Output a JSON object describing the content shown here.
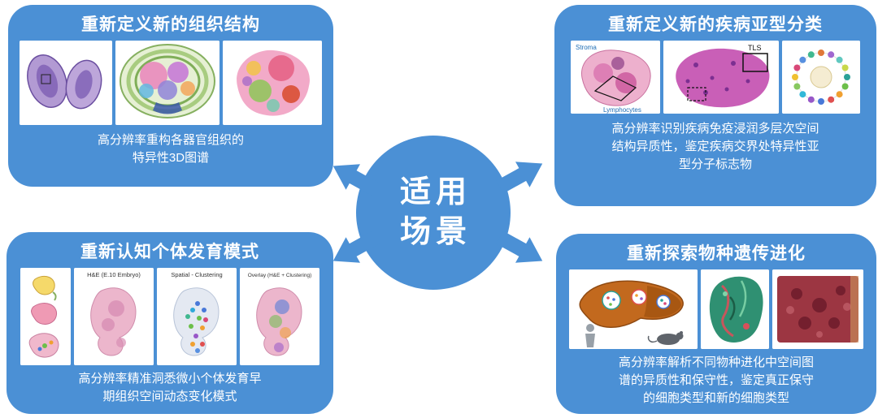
{
  "colors": {
    "accent_blue": "#4b90d5"
  },
  "center": {
    "lines": [
      "适用",
      "场景"
    ]
  },
  "panels": [
    {
      "id": "tissue-structure",
      "title": "重新定义新的组织结构",
      "caption_lines": [
        "高分辨率重构各器官组织的",
        "特异性3D图谱"
      ],
      "images": [
        {
          "name": "organ-histology-slices"
        },
        {
          "name": "brain-region-atlas"
        },
        {
          "name": "spatial-cluster-map"
        }
      ]
    },
    {
      "id": "disease-subtype",
      "title": "重新定义新的疾病亚型分类",
      "caption_lines": [
        "高分辨率识别疾病免疫浸润多层次空间",
        "结构异质性，鉴定疾病交界处特异性亚",
        "型分子标志物"
      ],
      "images": [
        {
          "name": "annotated-tumor-histology",
          "labels": [
            "Stroma",
            "Lymphocytes"
          ]
        },
        {
          "name": "tls-histology",
          "labels": [
            "TLS"
          ]
        },
        {
          "name": "celltype-network-diagram"
        }
      ]
    },
    {
      "id": "development-pattern",
      "title": "重新认知个体发育模式",
      "caption_lines": [
        "高分辨率精准洞悉微小个体发育早",
        "期组织空间动态变化模式"
      ],
      "images": [
        {
          "name": "embryo-stage-illustrations"
        },
        {
          "name": "embryo-he-section",
          "label": "H&E (E.10 Embryo)"
        },
        {
          "name": "embryo-spatial-clustering",
          "label": "Spatial - Clustering"
        },
        {
          "name": "embryo-overlay",
          "label": "Overlay (H&E + Clustering)"
        }
      ]
    },
    {
      "id": "species-evolution",
      "title": "重新探索物种遗传进化",
      "caption_lines": [
        "高分辨率解析不同物种进化中空间图",
        "谱的异质性和保守性，鉴定真正保守",
        "的细胞类型和新的细胞类型"
      ],
      "images": [
        {
          "name": "liver-cross-species-diagram"
        },
        {
          "name": "liver-spatial-map"
        },
        {
          "name": "liver-dark-histology"
        }
      ]
    }
  ]
}
